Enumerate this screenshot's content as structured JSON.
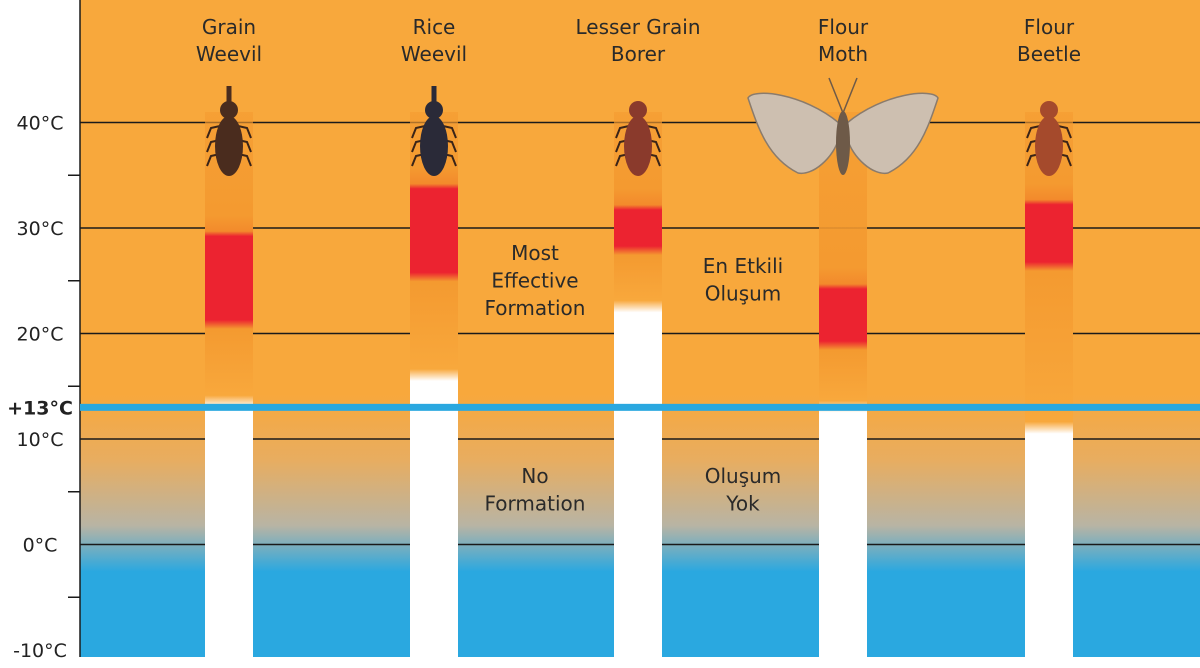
{
  "chart_data": {
    "type": "range",
    "title": "",
    "ylabel": "",
    "xlabel": "",
    "ylim": [
      -10,
      50
    ],
    "y_ticks": [
      {
        "value": 40,
        "label": "40°C"
      },
      {
        "value": 30,
        "label": "30°C"
      },
      {
        "value": 20,
        "label": "20°C"
      },
      {
        "value": 13,
        "label": "+13°C",
        "bold": true
      },
      {
        "value": 10,
        "label": "10°C"
      },
      {
        "value": 0,
        "label": "0°C"
      },
      {
        "value": -10,
        "label": "-10°C"
      }
    ],
    "minor_ticks": [
      35,
      25,
      15,
      5,
      -5
    ],
    "threshold": 13,
    "pests": [
      {
        "name": [
          "Grain",
          "Weevil"
        ],
        "icon": "weevil-icon",
        "formation_min": 13,
        "optimal_range": [
          21,
          29.5
        ]
      },
      {
        "name": [
          "Rice",
          "Weevil"
        ],
        "icon": "weevil-icon",
        "formation_min": 15.5,
        "optimal_range": [
          25.5,
          34
        ]
      },
      {
        "name": [
          "Lesser Grain",
          "Borer"
        ],
        "icon": "borer-icon",
        "formation_min": 22,
        "optimal_range": [
          28,
          32
        ]
      },
      {
        "name": [
          "Flour",
          "Moth"
        ],
        "icon": "moth-icon",
        "formation_min": 12.5,
        "optimal_range": [
          19,
          24.5
        ]
      },
      {
        "name": [
          "Flour",
          "Beetle"
        ],
        "icon": "beetle-icon",
        "formation_min": 10.5,
        "optimal_range": [
          26.5,
          32.5
        ]
      }
    ],
    "annotations": [
      {
        "lines": [
          "Most",
          "Effective",
          "Formation"
        ]
      },
      {
        "lines": [
          "En Etkili",
          "Oluşum"
        ]
      },
      {
        "lines": [
          "No",
          "Formation"
        ]
      },
      {
        "lines": [
          "Oluşum",
          "Yok"
        ]
      }
    ]
  },
  "colors": {
    "warm": "#f8a83c",
    "cold": "#2aa8e0",
    "optimal": "#ec2330",
    "threshold_line": "#2aa8e0",
    "grid": "#1a1a1a"
  }
}
